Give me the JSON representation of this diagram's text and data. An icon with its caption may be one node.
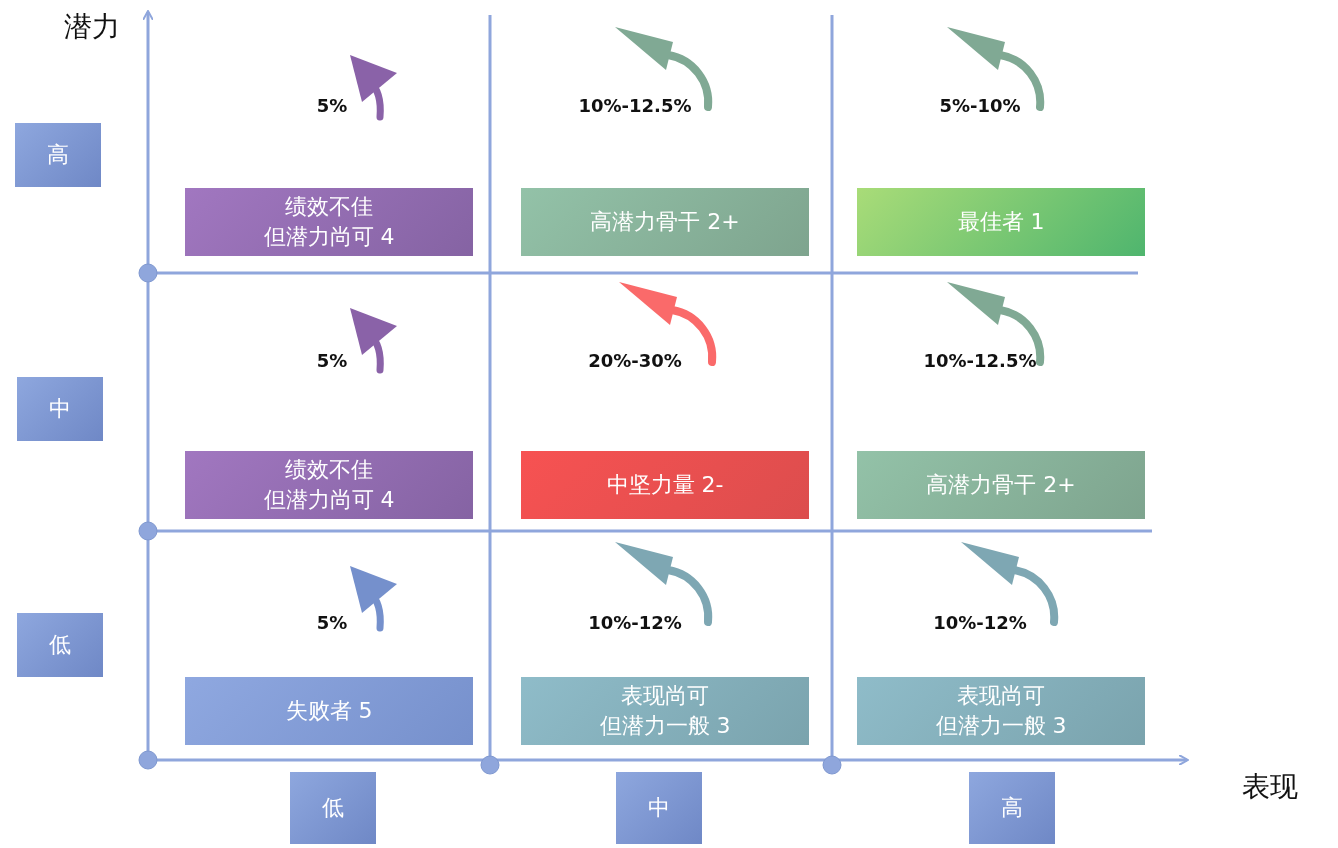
{
  "diagram": {
    "nodes": [
      {
        "text": [
          "高"
        ]
      },
      {
        "text": [
          "中"
        ]
      },
      {
        "text": [
          "低"
        ]
      },
      {
        "text": [
          "绩效不佳但潜力尚可 4"
        ]
      },
      {
        "text": [
          "高潜力骨干 2+"
        ]
      },
      {
        "text": [
          "最佳者 1"
        ]
      },
      {
        "text": [
          "绩效不佳但潜力尚可 4"
        ]
      },
      {
        "text": [
          "中坚力量 2-"
        ]
      },
      {
        "text": [
          "高潜力骨干 2+"
        ]
      },
      {
        "text": [
          "失败者 5"
        ]
      },
      {
        "text": [
          "表现尚可但潜力一般 3"
        ]
      },
      {
        "text": [
          "表现尚可但潜力一般 3"
        ]
      },
      {
        "text": [
          "低"
        ]
      },
      {
        "text": [
          "中"
        ]
      },
      {
        "text": [
          "高"
        ]
      }
    ],
    "labels": [
      "潜力",
      "5%",
      "10%-12.5%",
      "5%-10%",
      "5%",
      "20%-30%",
      "10%-12.5%",
      "5%",
      "10%-12%",
      "10%-12%",
      "表现"
    ]
  }
}
